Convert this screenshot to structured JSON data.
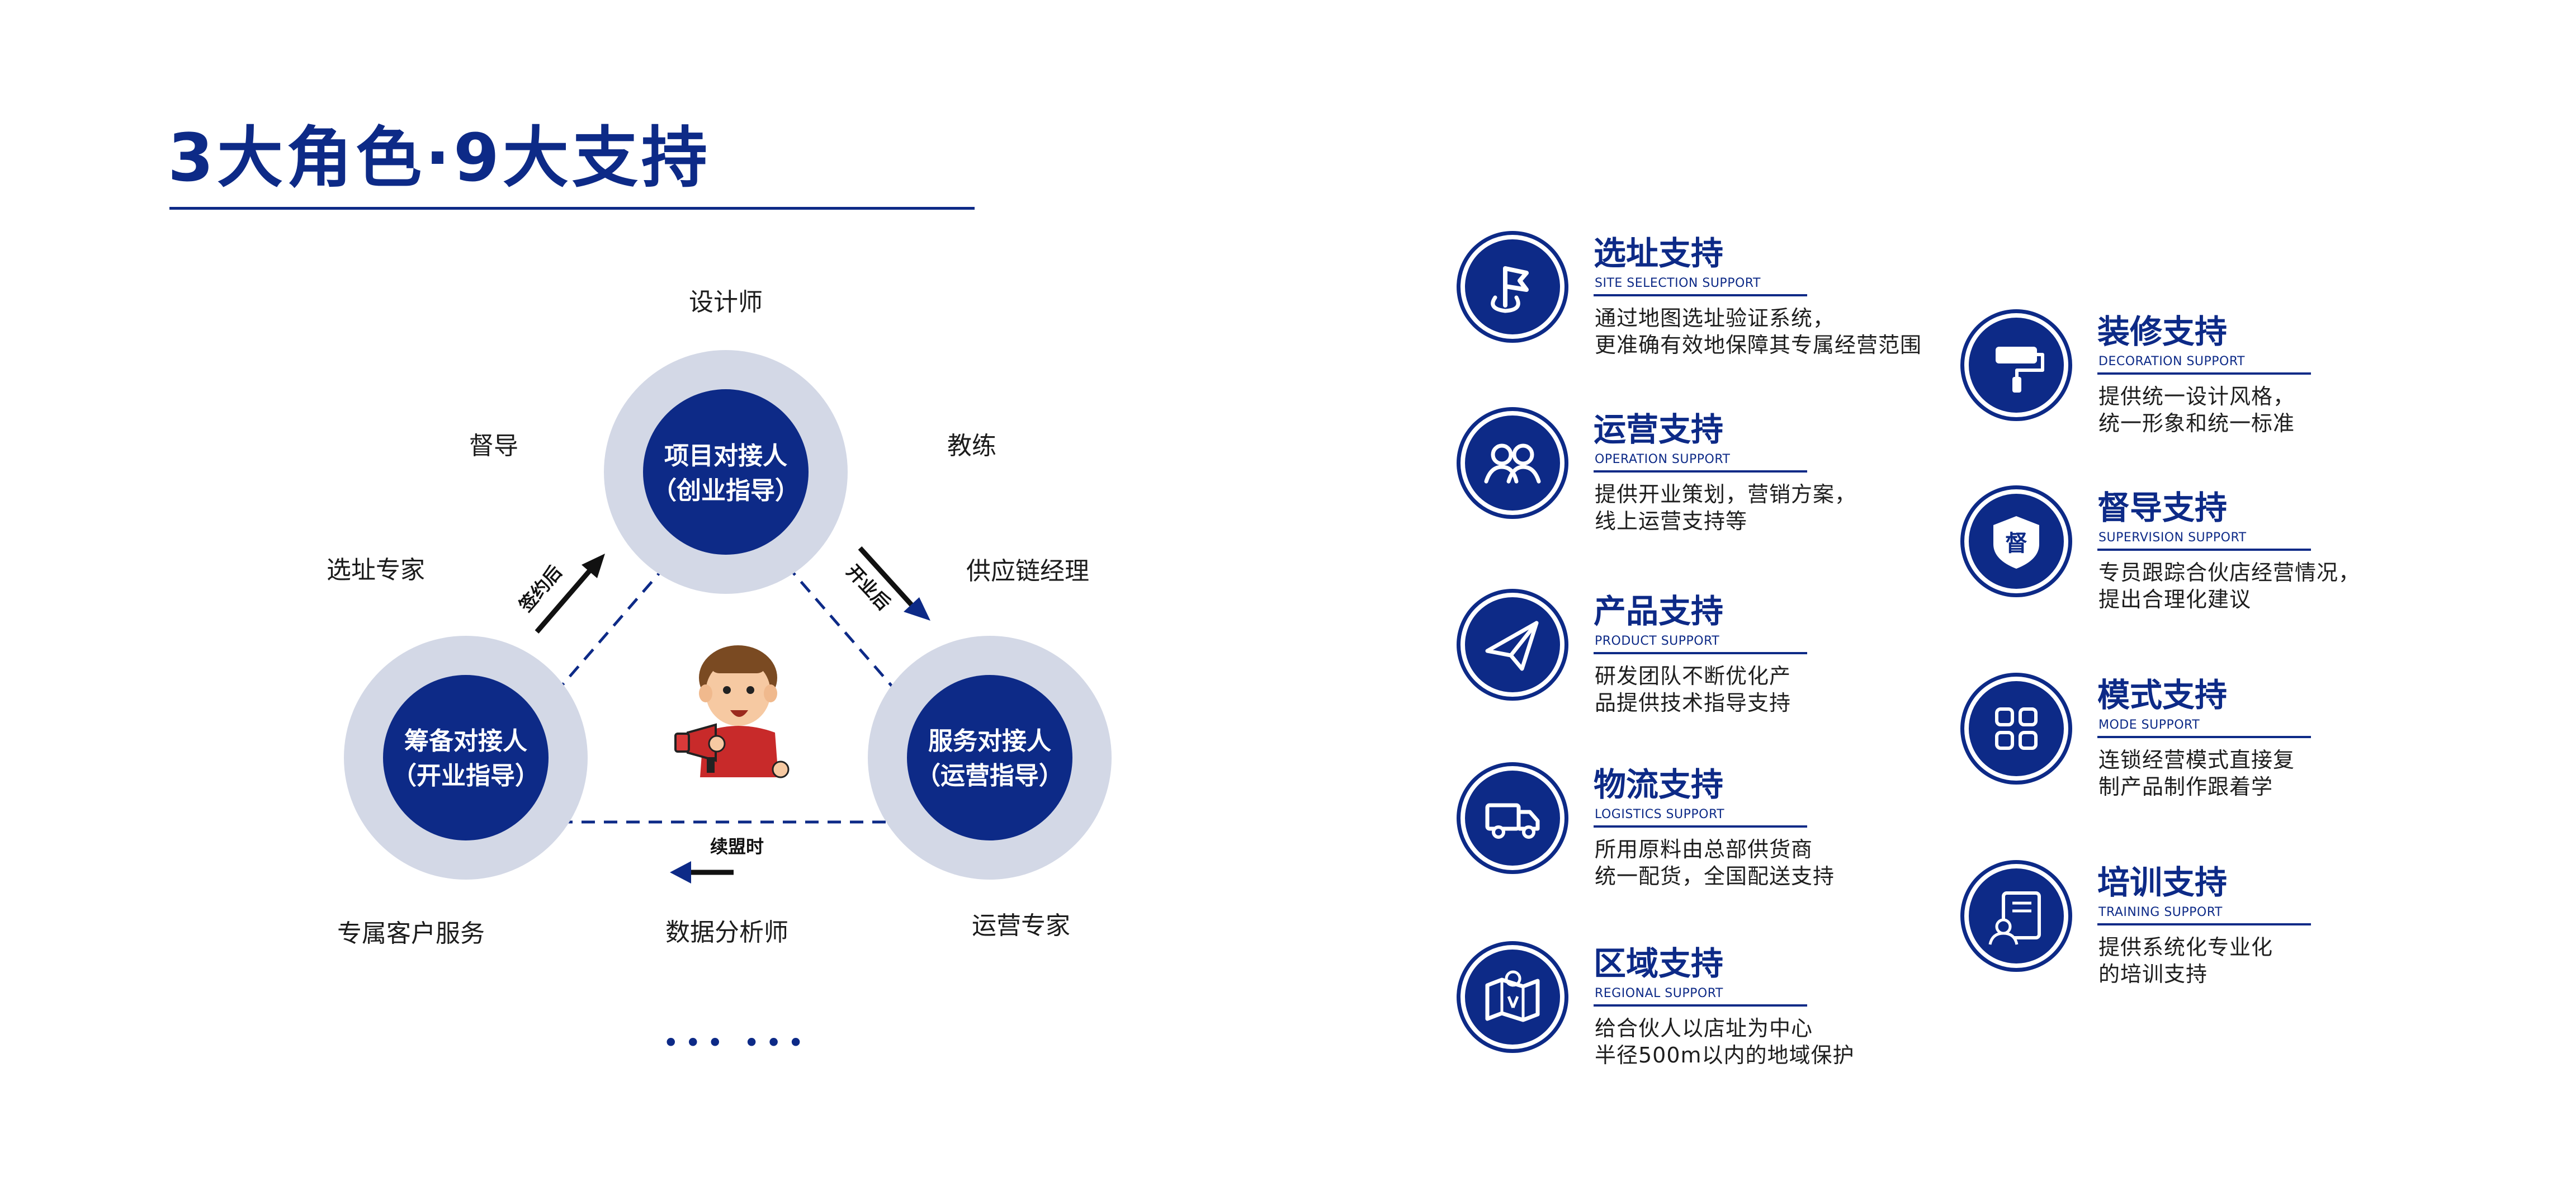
{
  "header": {
    "title": "3大角色·9大支持"
  },
  "diagram": {
    "top_circle": {
      "line1": "项目对接人",
      "line2": "（创业指导）"
    },
    "left_circle": {
      "line1": "筹备对接人",
      "line2": "（开业指导）"
    },
    "right_circle": {
      "line1": "服务对接人",
      "line2": "（运营指导）"
    },
    "arrows": {
      "left": "签约后",
      "right": "开业后",
      "bottom": "续盟时"
    },
    "roles": {
      "designer": "设计师",
      "supervisor": "督导",
      "coach": "教练",
      "site_expert": "选址专家",
      "supply_chain_manager": "供应链经理",
      "customer_service": "专属客户服务",
      "data_analyst": "数据分析师",
      "operations_expert": "运营专家"
    },
    "ellipsis": "••• •••",
    "colors": {
      "navy": "#0d2a87",
      "ring": "#d3d8e6",
      "mascot_shirt": "#c82a2a"
    },
    "mascot_icon": "megaphone-mascot-icon"
  },
  "supports": {
    "site": {
      "icon": "flag-pin-icon",
      "title": "选址支持",
      "subtitle": "SITE SELECTION SUPPORT",
      "desc": "通过地图选址验证系统，\n更准确有效地保障其专属经营范围"
    },
    "operation": {
      "icon": "people-group-icon",
      "title": "运营支持",
      "subtitle": "OPERATION SUPPORT",
      "desc": "提供开业策划，营销方案，\n线上运营支持等"
    },
    "product": {
      "icon": "paper-plane-icon",
      "title": "产品支持",
      "subtitle": "PRODUCT SUPPORT",
      "desc": "研发团队不断优化产\n品提供技术指导支持"
    },
    "logistics": {
      "icon": "delivery-truck-icon",
      "title": "物流支持",
      "subtitle": "LOGISTICS SUPPORT",
      "desc": "所用原料由总部供货商\n统一配货，全国配送支持"
    },
    "regional": {
      "icon": "map-pin-icon",
      "title": "区域支持",
      "subtitle": "REGIONAL SUPPORT",
      "desc": "给合伙人以店址为中心\n半径500m以内的地域保护"
    },
    "decoration": {
      "icon": "paint-roller-icon",
      "title": "装修支持",
      "subtitle": "DECORATION SUPPORT",
      "desc": "提供统一设计风格，\n统一形象和统一标准"
    },
    "supervision": {
      "icon": "shield-icon",
      "icon_char": "督",
      "title": "督导支持",
      "subtitle": "SUPERVISION SUPPORT",
      "desc": "专员跟踪合伙店经营情况，\n提出合理化建议"
    },
    "mode": {
      "icon": "grid-squares-icon",
      "title": "模式支持",
      "subtitle": "MODE SUPPORT",
      "desc": "连锁经营模式直接复\n制产品制作跟着学"
    },
    "training": {
      "icon": "training-certificate-icon",
      "title": "培训支持",
      "subtitle": "TRAINING SUPPORT",
      "desc": "提供系统化专业化\n的培训支持"
    }
  }
}
